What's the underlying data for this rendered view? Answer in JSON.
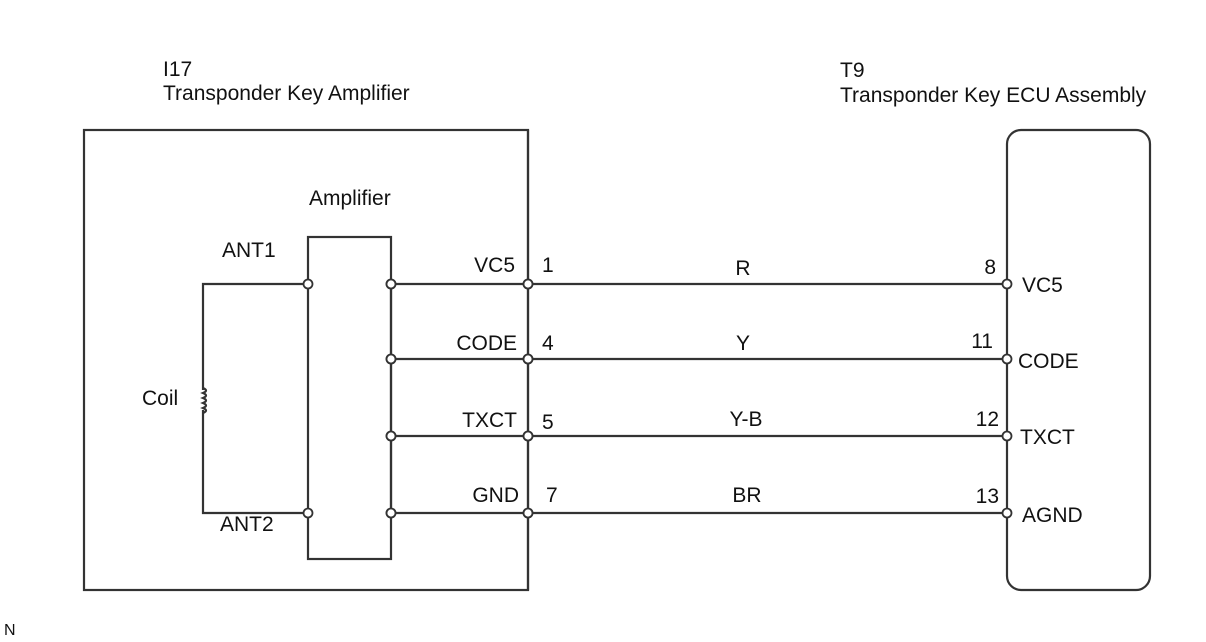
{
  "amplifier_module": {
    "code": "I17",
    "name": "Transponder Key Amplifier",
    "block_label": "Amplifier",
    "coil_label": "Coil",
    "ant1_label": "ANT1",
    "ant2_label": "ANT2"
  },
  "ecu_module": {
    "code": "T9",
    "name": "Transponder Key ECU Assembly"
  },
  "wires": [
    {
      "amp_terminal": "VC5",
      "amp_pin": "1",
      "color": "R",
      "ecu_pin": "8",
      "ecu_terminal": "VC5"
    },
    {
      "amp_terminal": "CODE",
      "amp_pin": "4",
      "color": "Y",
      "ecu_pin": "11",
      "ecu_terminal": "CODE"
    },
    {
      "amp_terminal": "TXCT",
      "amp_pin": "5",
      "color": "Y-B",
      "ecu_pin": "12",
      "ecu_terminal": "TXCT"
    },
    {
      "amp_terminal": "GND",
      "amp_pin": "7",
      "color": "BR",
      "ecu_pin": "13",
      "ecu_terminal": "AGND"
    }
  ],
  "corner_mark": "N"
}
